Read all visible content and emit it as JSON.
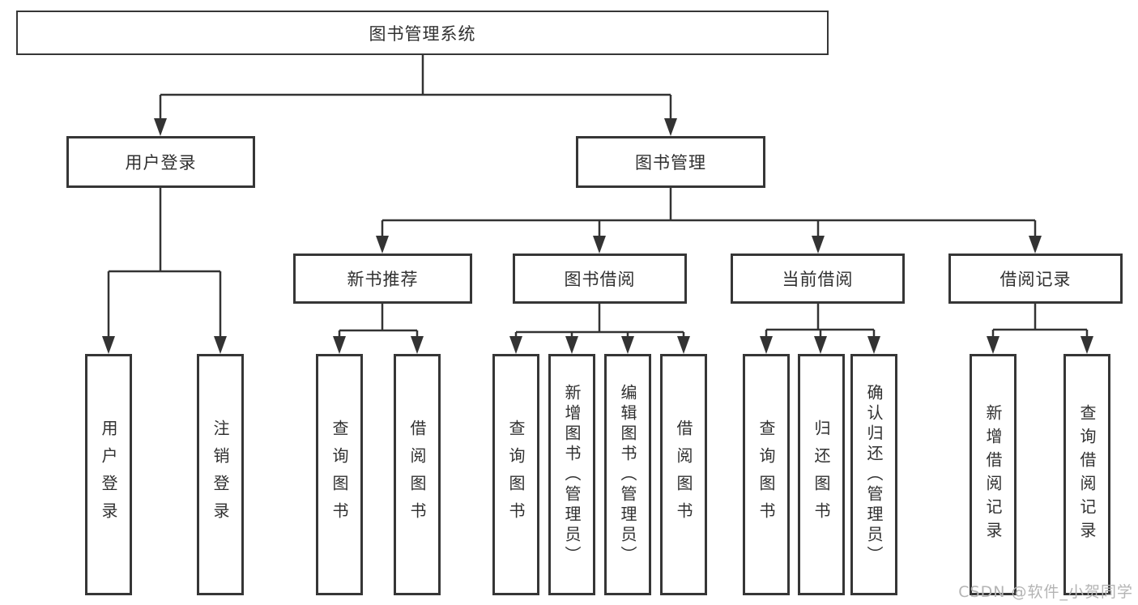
{
  "diagram": {
    "root": {
      "label": "图书管理系统"
    },
    "level2": [
      {
        "label": "用户登录"
      },
      {
        "label": "图书管理"
      }
    ],
    "level3": [
      {
        "label": "新书推荐"
      },
      {
        "label": "图书借阅"
      },
      {
        "label": "当前借阅"
      },
      {
        "label": "借阅记录"
      }
    ],
    "leaves": [
      {
        "label": "用户登录"
      },
      {
        "label": "注销登录"
      },
      {
        "label": "查询图书"
      },
      {
        "label": "借阅图书"
      },
      {
        "label": "查询图书"
      },
      {
        "label": "新增图书（管理员）"
      },
      {
        "label": "编辑图书（管理员）"
      },
      {
        "label": "借阅图书"
      },
      {
        "label": "查询图书"
      },
      {
        "label": "归还图书"
      },
      {
        "label": "确认归还（管理员）"
      },
      {
        "label": "新增借阅记录"
      },
      {
        "label": "查询借阅记录"
      }
    ],
    "hierarchy": {
      "图书管理系统": [
        "用户登录",
        "图书管理"
      ],
      "用户登录": [
        "用户登录",
        "注销登录"
      ],
      "图书管理": [
        "新书推荐",
        "图书借阅",
        "当前借阅",
        "借阅记录"
      ],
      "新书推荐": [
        "查询图书",
        "借阅图书"
      ],
      "图书借阅": [
        "查询图书",
        "新增图书（管理员）",
        "编辑图书（管理员）",
        "借阅图书"
      ],
      "当前借阅": [
        "查询图书",
        "归还图书",
        "确认归还（管理员）"
      ],
      "借阅记录": [
        "新增借阅记录",
        "查询借阅记录"
      ]
    },
    "watermark": {
      "text": "CSDN @软件_小贺同学"
    },
    "colors": {
      "line": "#333333",
      "box_border": "#363636",
      "text": "#303030",
      "watermark": "#b4b4b4",
      "background": "#ffffff"
    }
  }
}
